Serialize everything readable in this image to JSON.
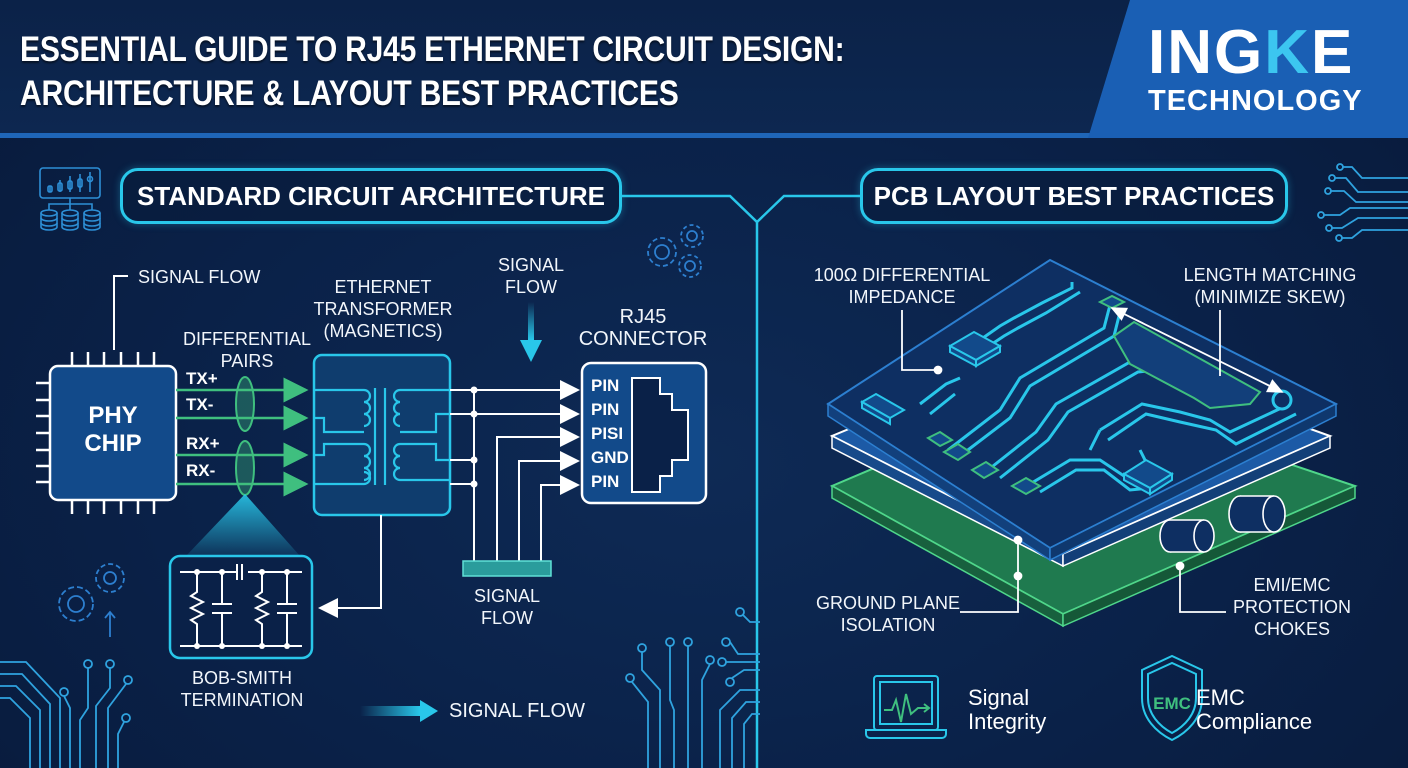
{
  "header": {
    "title_lines": [
      "ESSENTIAL GUIDE TO RJ45 ETHERNET CIRCUIT DESIGN:",
      "ARCHITECTURE & LAYOUT BEST PRACTICES"
    ],
    "brand": {
      "name_part1": "ING",
      "name_accent": "K",
      "name_part2": "E",
      "subtitle": "TECHNOLOGY"
    }
  },
  "colors": {
    "background": "#0a2148",
    "header_rule": "#1f66b8",
    "brand_panel": "#1a5fb4",
    "accent_cyan": "#29c7ea",
    "accent_green": "#3fbf7f",
    "chip_fill": "#124a8a",
    "text": "#ffffff"
  },
  "left_section": {
    "title": "STANDARD CIRCUIT ARCHITECTURE",
    "labels": {
      "signal_flow_top": "SIGNAL FLOW",
      "differential_pairs": [
        "DIFFERENTIAL",
        "PAIRS"
      ],
      "ethernet_transformer": [
        "ETHERNET",
        "TRANSFORMER",
        "(MAGNETICS)"
      ],
      "signal_flow_mid": [
        "SIGNAL",
        "FLOW"
      ],
      "rj45_connector": [
        "RJ45",
        "CONNECTOR"
      ],
      "signal_flow_bus": [
        "SIGNAL",
        "FLOW"
      ],
      "bob_smith": [
        "BOB-SMITH",
        "TERMINATION"
      ],
      "signal_flow_legend": "SIGNAL FLOW"
    },
    "phy_chip": [
      "PHY",
      "CHIP"
    ],
    "signal_lines": [
      "TX+",
      "TX-",
      "RX+",
      "RX-"
    ],
    "rj45_pins": [
      "PIN",
      "PIN",
      "PISI",
      "GND",
      "PIN"
    ]
  },
  "right_section": {
    "title": "PCB LAYOUT BEST PRACTICES",
    "callouts": {
      "impedance": [
        "100Ω DIFFERENTIAL",
        "IMPEDANCE"
      ],
      "length_matching": [
        "LENGTH MATCHING",
        "(MINIMIZE SKEW)"
      ],
      "ground_plane": [
        "GROUND PLANE",
        "ISOLATION"
      ],
      "emi_chokes": [
        "EMI/EMC",
        "PROTECTION",
        "CHOKES"
      ]
    },
    "features": [
      {
        "icon": "laptop-waveform-icon",
        "lines": [
          "Signal",
          "Integrity"
        ]
      },
      {
        "icon": "shield-emc-icon",
        "badge": "EMC",
        "lines": [
          "EMC",
          "Compliance"
        ]
      }
    ]
  },
  "decorations": {
    "top_left_icon": "dashboard-database-icon",
    "gear_icons": [
      "gears-icon-top",
      "gears-icon-left"
    ],
    "circuit_trace_icons": [
      "circuit-traces-top-right",
      "circuit-traces-bottom-left",
      "circuit-traces-bottom-middle"
    ]
  }
}
